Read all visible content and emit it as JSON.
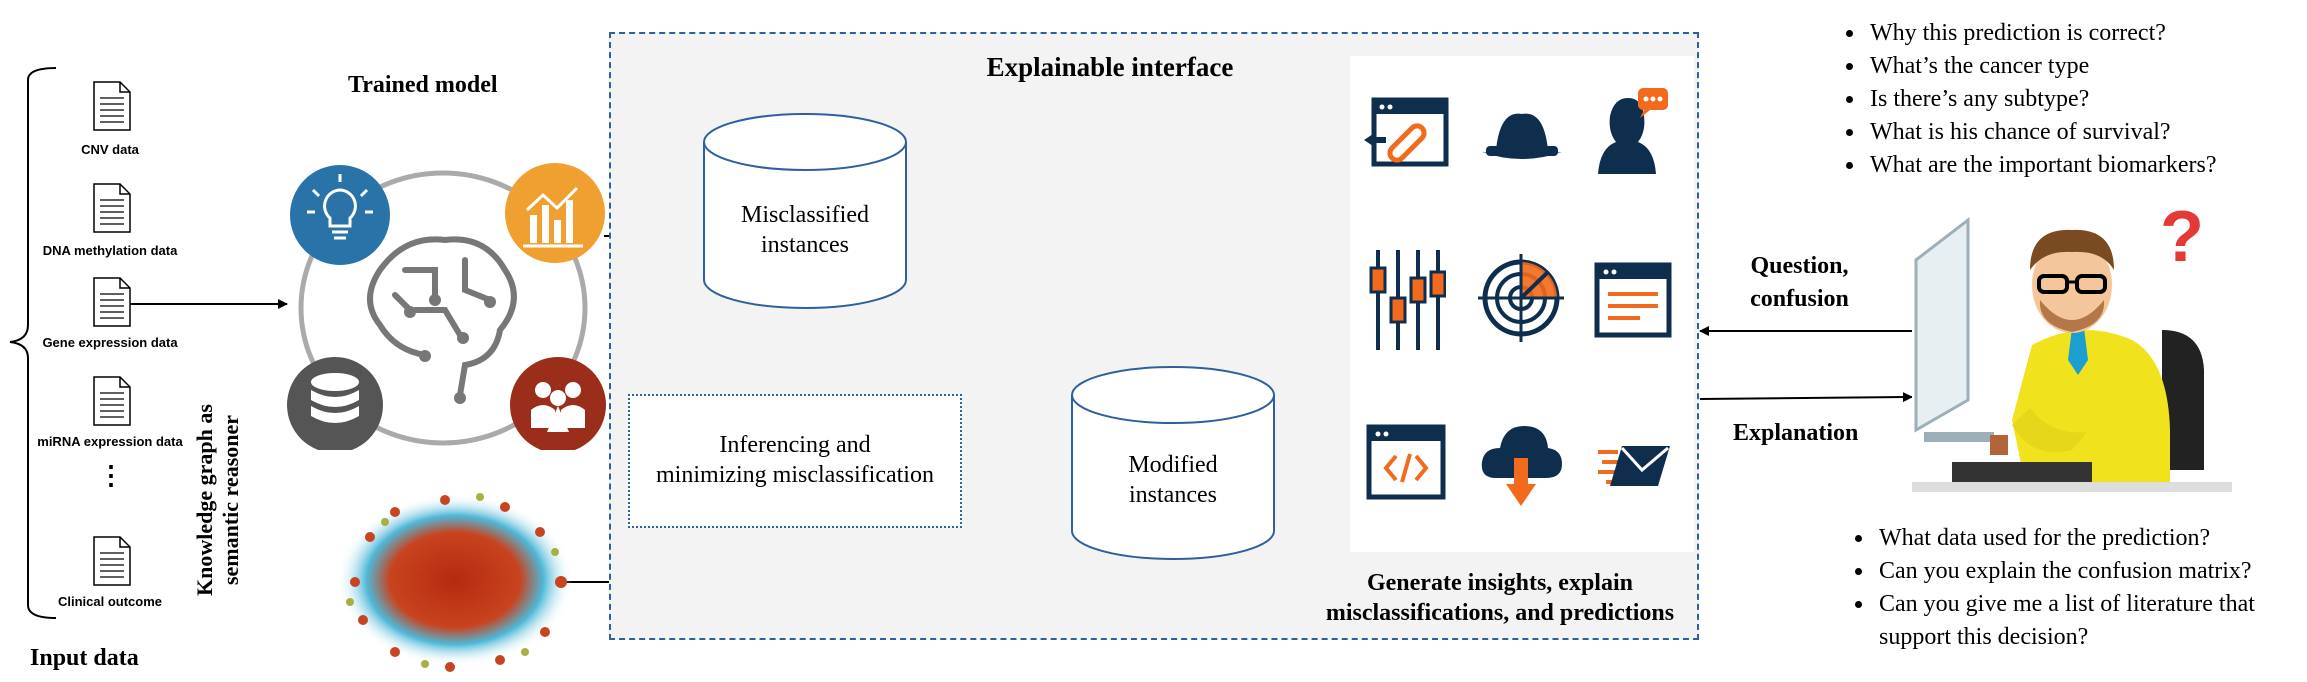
{
  "input_data": {
    "title": "Input data",
    "items": [
      {
        "label": "CNV data",
        "icon": "document-icon"
      },
      {
        "label": "DNA methylation data",
        "icon": "document-icon"
      },
      {
        "label": "Gene expression data",
        "icon": "document-icon"
      },
      {
        "label": "miRNA expression data",
        "icon": "document-icon"
      },
      {
        "label": "Clinical outcome",
        "icon": "document-icon"
      }
    ],
    "ellipsis": "⋮"
  },
  "trained_model": {
    "title": "Trained model",
    "icons": [
      "lightbulb-icon",
      "bar-chart-icon",
      "database-icon",
      "people-icon",
      "brain-circuit-icon"
    ],
    "colors": {
      "blue": "#2a73a8",
      "orange": "#f0a030",
      "gray": "#555555",
      "brown": "#9a2e1b"
    }
  },
  "knowledge_graph": {
    "label_line1": "Knowledge graph as",
    "label_line2": "semantic reasoner",
    "icon": "network-graph-icon"
  },
  "explainable_interface": {
    "title": "Explainable interface",
    "misclassified": [
      "Misclassified",
      "instances"
    ],
    "inferencing": [
      "Inferencing and",
      "minimizing misclassification"
    ],
    "modified": [
      "Modified",
      "instances"
    ],
    "insights": [
      "Generate insights, explain",
      "misclassifications, and predictions"
    ],
    "insight_icons": [
      "browser-link-icon",
      "hat-icon",
      "user-chat-icon",
      "sliders-icon",
      "radar-target-icon",
      "browser-text-icon",
      "code-window-icon",
      "cloud-download-icon",
      "fast-mail-icon"
    ],
    "colors": {
      "navy": "#0f2d4d",
      "orange": "#f26a1b",
      "panel_bg": "#f3f3f3",
      "border": "#2e5f9e"
    }
  },
  "user_side": {
    "question_label": [
      "Question,",
      "confusion"
    ],
    "explanation_label": "Explanation",
    "user_icon": "confused-user-icon",
    "question_mark": "?",
    "questions_top": [
      "Why this prediction is correct?",
      "What’s the cancer type",
      "Is there’s any subtype?",
      "What is his chance of survival?",
      "What are the important biomarkers?"
    ],
    "questions_bottom": [
      "What data used for the prediction?",
      "Can you explain the confusion matrix?",
      "Can you give me a list of literature that support this decision?"
    ]
  }
}
